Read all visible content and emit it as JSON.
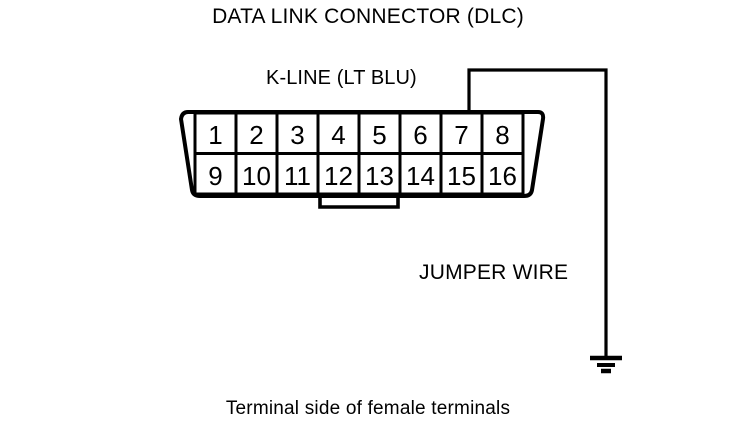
{
  "title": "DATA LINK CONNECTOR (DLC)",
  "labels": {
    "kline": "K-LINE (LT BLU)",
    "jumper_wire": "JUMPER WIRE",
    "caption": "Terminal side of female terminals"
  },
  "colors": {
    "background": "#ffffff",
    "ink": "#000000"
  },
  "connector": {
    "name": "Data Link Connector (DLC)",
    "pin_count": 16,
    "rows": [
      [
        "1",
        "2",
        "3",
        "4",
        "5",
        "6",
        "7",
        "8"
      ],
      [
        "9",
        "10",
        "11",
        "12",
        "13",
        "14",
        "15",
        "16"
      ]
    ]
  },
  "wiring": {
    "kline_pin": "7",
    "jumper_pins": [
      "12",
      "13"
    ],
    "ground_symbol": "earth-ground"
  }
}
